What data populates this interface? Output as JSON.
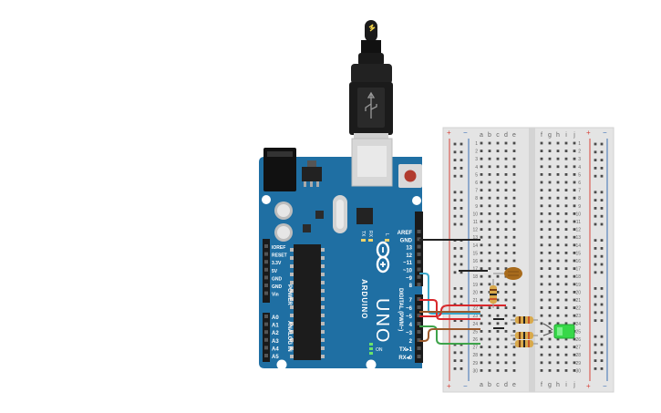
{
  "arduino": {
    "logo_text": "ARDUINO",
    "model_text": "UNO",
    "on_label": "ON",
    "tx_label": "TX",
    "rx_label": "RX",
    "l_label": "L",
    "power_header_title": "POWER",
    "analog_header_title": "ANALOG IN",
    "digital_header_title": "DIGITAL (PWM~)",
    "power_pins": [
      "IOREF",
      "RESET",
      "3.3V",
      "5V",
      "GND",
      "GND",
      "Vin"
    ],
    "analog_pins": [
      "A0",
      "A1",
      "A2",
      "A3",
      "A4",
      "A5"
    ],
    "top_pins": [
      "AREF",
      "GND",
      "13",
      "12",
      "~11",
      "~10",
      "~9",
      "8"
    ],
    "bottom_pins": [
      "7",
      "~6",
      "~5",
      "4",
      "~3",
      "2",
      "TX▸1",
      "RX◂0"
    ]
  },
  "breadboard": {
    "columns_left": [
      "a",
      "b",
      "c",
      "d",
      "e"
    ],
    "columns_right": [
      "f",
      "g",
      "h",
      "i",
      "j"
    ],
    "rows": [
      "1",
      "2",
      "3",
      "4",
      "5",
      "6",
      "7",
      "8",
      "9",
      "10",
      "11",
      "12",
      "13",
      "14",
      "15",
      "16",
      "17",
      "18",
      "19",
      "20",
      "21",
      "22",
      "23",
      "24",
      "25",
      "26",
      "27",
      "28",
      "29",
      "30"
    ],
    "rail_plus": "+",
    "rail_minus": "−"
  },
  "colors": {
    "board": "#1f6fa3",
    "board_dark": "#16587f",
    "breadboard": "#e6e6e6",
    "rail_red": "#d8433a",
    "rail_blue": "#3a6fb5",
    "wire_black": "#222222",
    "wire_cyan": "#3aa6c9",
    "wire_red": "#d8282c",
    "wire_brown": "#9b5a2c",
    "wire_green": "#3da34a",
    "led_green": "#37d848",
    "photoresistor": "#a86b1c",
    "resistor": "#d9a94b"
  }
}
